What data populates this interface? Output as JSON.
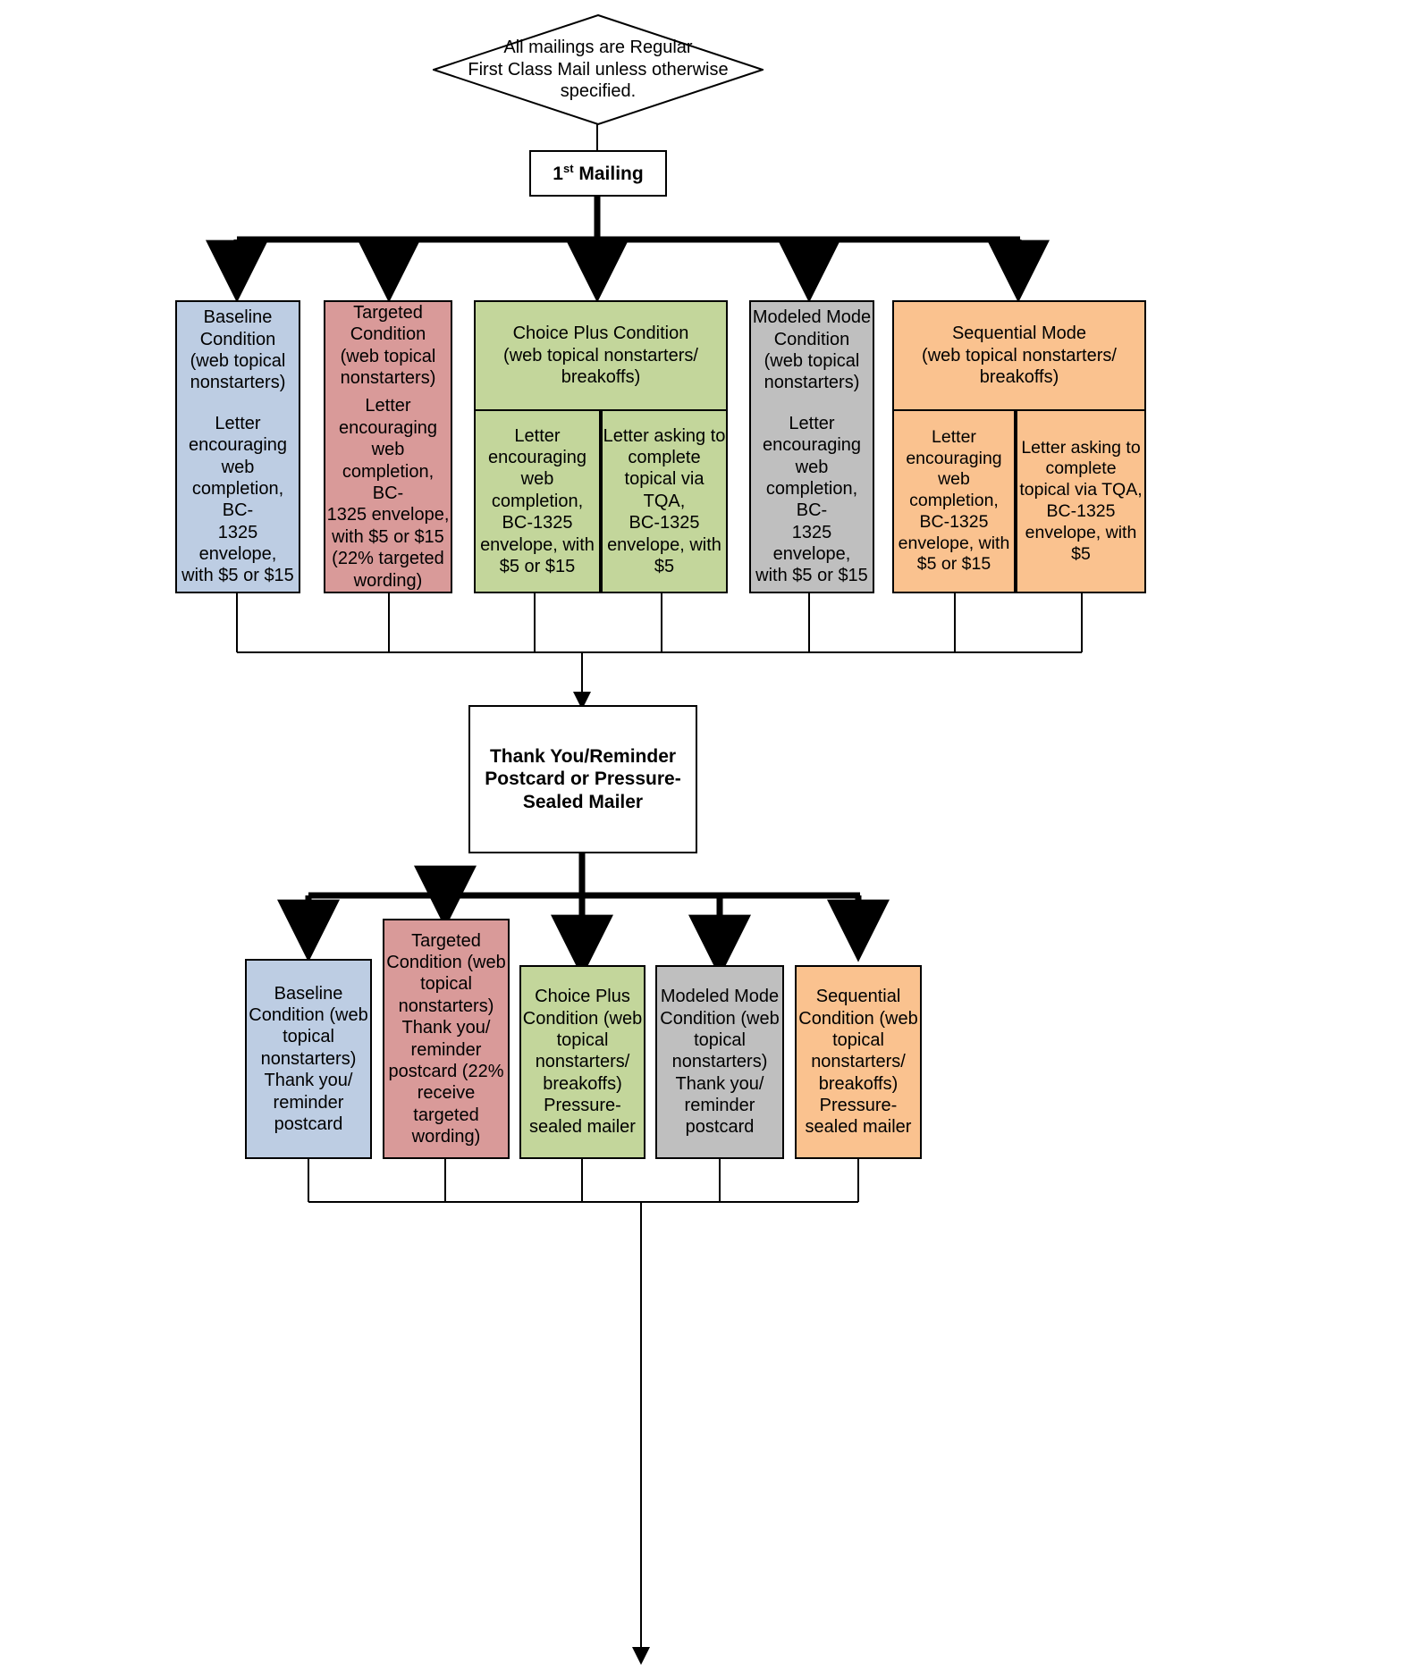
{
  "diagram": {
    "title_note": "All mailings are Regular\nFirst Class Mail unless otherwise\nspecified.",
    "stage1_label": "Mailing",
    "stage1_ordinal": "1",
    "stage1_ordinal_suffix": "st",
    "stage2_label": "Thank You/Reminder\nPostcard or Pressure-\nSealed Mailer"
  },
  "row1": {
    "baseline": {
      "header": "Baseline\nCondition\n(web topical\nnonstarters)",
      "body": "Letter\nencouraging\nweb\ncompletion, BC-\n1325 envelope,\nwith $5 or $15"
    },
    "targeted": {
      "header": "Targeted\nCondition\n(web topical\nnonstarters)",
      "body": "Letter\nencouraging\nweb\ncompletion, BC-\n1325 envelope,\nwith $5 or $15\n(22% targeted\nwording)"
    },
    "choice_plus": {
      "header": "Choice Plus Condition\n(web topical nonstarters/\nbreakoffs)",
      "left": "Letter\nencouraging web\ncompletion,\nBC-1325\nenvelope, with\n$5 or $15",
      "right": "Letter asking to\ncomplete\ntopical via TQA,\nBC-1325\nenvelope, with\n$5"
    },
    "modeled_mode": {
      "header": "Modeled Mode\nCondition\n(web topical\nnonstarters)",
      "body": "Letter\nencouraging\nweb\ncompletion, BC-\n1325 envelope,\nwith $5 or $15"
    },
    "sequential": {
      "header": "Sequential Mode\n(web topical nonstarters/\nbreakoffs)",
      "left": "Letter\nencouraging\nweb\ncompletion,\nBC-1325\nenvelope, with\n$5 or $15",
      "right": "Letter asking to\ncomplete\ntopical via TQA,\nBC-1325\nenvelope, with\n$5"
    }
  },
  "row2": {
    "baseline": "Baseline\nCondition\n(web topical\nnonstarters)\n\nThank you/\nreminder\npostcard",
    "targeted": "Targeted\nCondition\n(web topical\nnonstarters)\n\nThank you/\nreminder\npostcard (22%\nreceive\ntargeted\nwording)",
    "choice_plus": "Choice Plus\nCondition\n(web topical\nnonstarters/\nbreakoffs)\n\nPressure-\nsealed mailer",
    "modeled_mode": "Modeled Mode\nCondition\n(web topical\nnonstarters)\n\nThank you/\nreminder\npostcard",
    "sequential": "Sequential\nCondition\n(web topical\nnonstarters/\nbreakoffs)\n\nPressure-\nsealed mailer"
  },
  "colors": {
    "baseline": "#bdcde3",
    "targeted": "#d99a99",
    "choice_plus": "#c3d69b",
    "modeled_mode": "#bfbfbf",
    "sequential": "#fac28f",
    "outline": "#000000",
    "background": "#ffffff"
  }
}
